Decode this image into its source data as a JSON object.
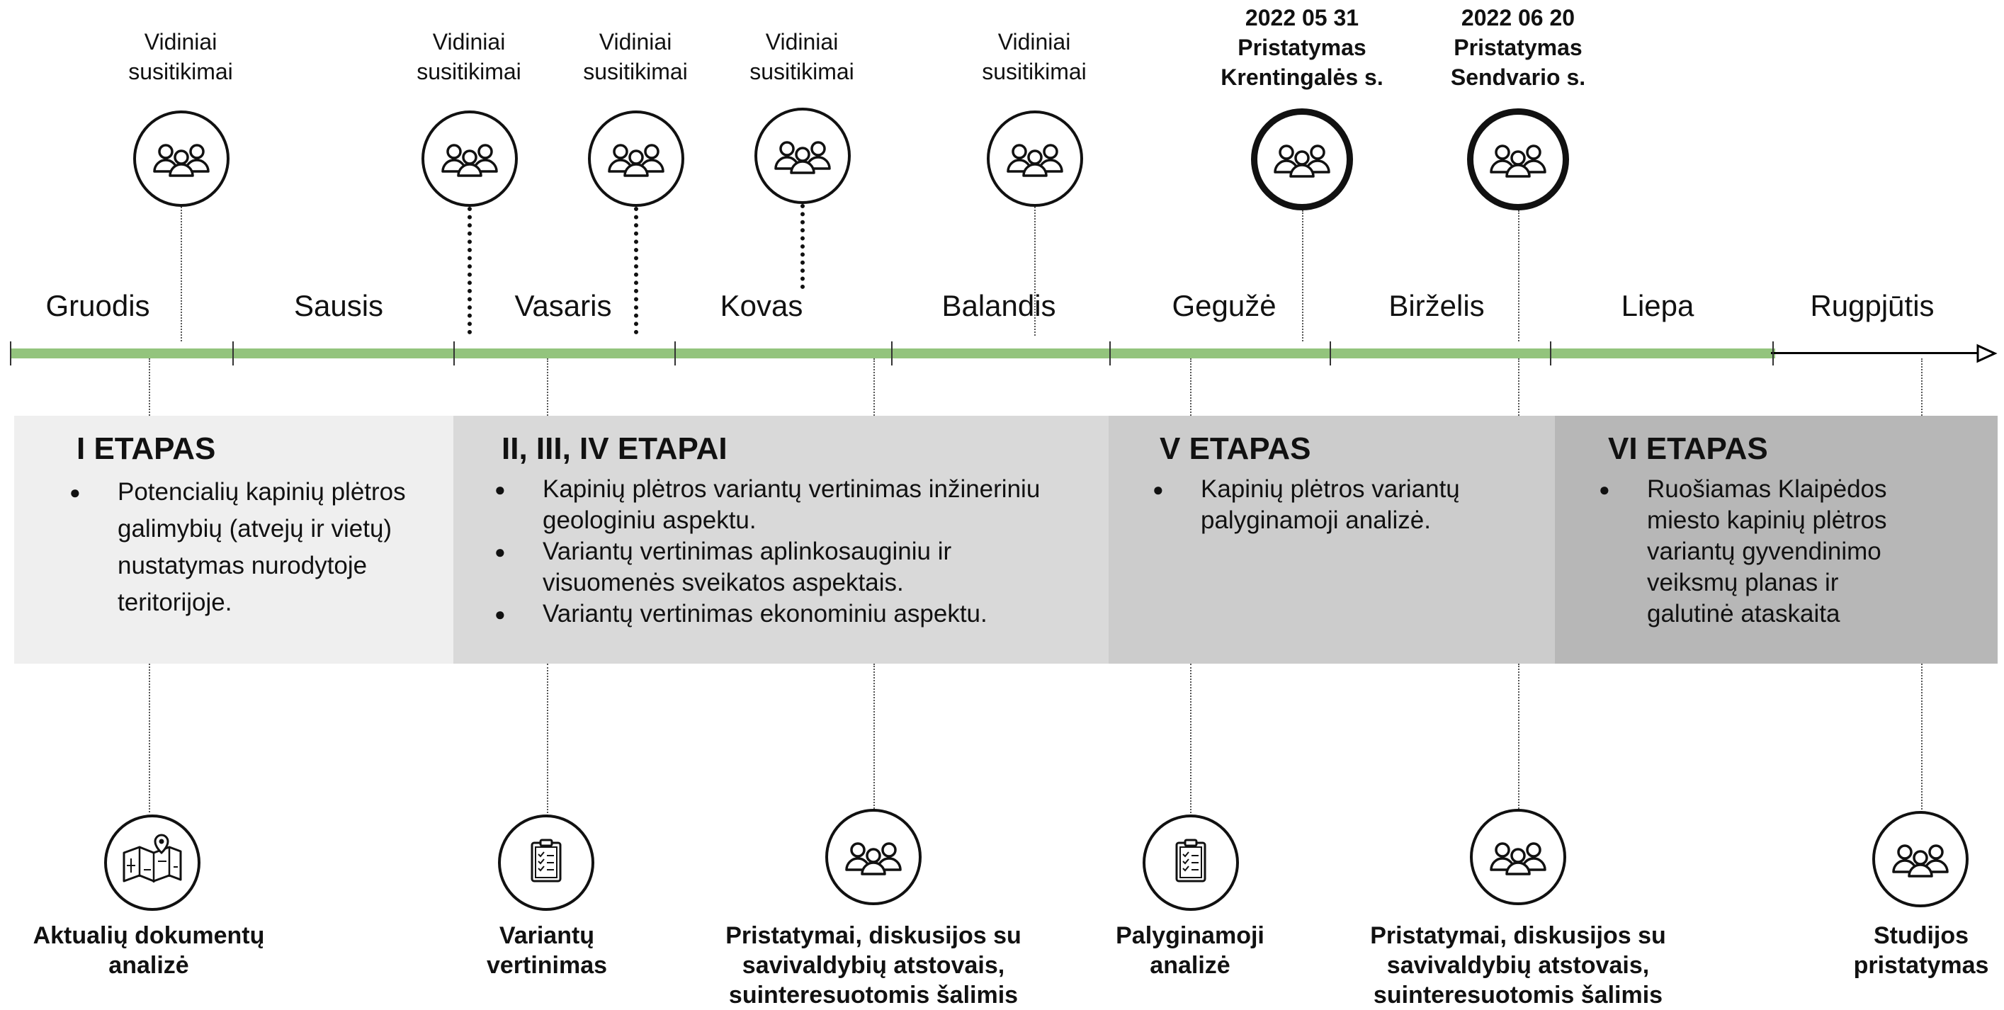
{
  "meetings": [
    {
      "line1": "Vidiniai",
      "line2": "susitikimai"
    },
    {
      "line1": "Vidiniai",
      "line2": "susitikimai"
    },
    {
      "line1": "Vidiniai",
      "line2": "susitikimai"
    },
    {
      "line1": "Vidiniai",
      "line2": "susitikimai"
    },
    {
      "line1": "Vidiniai",
      "line2": "susitikimai"
    },
    {
      "line1": "2022 05 31",
      "line2": "Pristatymas",
      "line3": "Krentingalės s."
    },
    {
      "line1": "2022 06 20",
      "line2": "Pristatymas",
      "line3": "Sendvario s."
    }
  ],
  "months": [
    "Gruodis",
    "Sausis",
    "Vasaris",
    "Kovas",
    "Balandis",
    "Gegužė",
    "Birželis",
    "Liepa",
    "Rugpjūtis"
  ],
  "timeline": {
    "bar_color": "#93c47d",
    "arrow_color": "#000000"
  },
  "stages": [
    {
      "title": "I ETAPAS",
      "color": "#efefef",
      "items": [
        "Potencialių kapinių plėtros galimybių (atvejų ir vietų) nustatymas nurodytoje teritorijoje."
      ]
    },
    {
      "title": "II, III, IV ETAPAI",
      "color": "#d9d9d9",
      "items": [
        "Kapinių plėtros variantų vertinimas inžineriniu geologiniu aspektu.",
        "Variantų vertinimas aplinkosauginiu ir visuomenės sveikatos aspektais.",
        "Variantų vertinimas ekonominiu aspektu."
      ]
    },
    {
      "title": "V ETAPAS",
      "color": "#cccccc",
      "items": [
        "Kapinių plėtros variantų palyginamoji analizė."
      ]
    },
    {
      "title": "VI ETAPAS",
      "color": "#b7b7b7",
      "items": [
        "Ruošiamas Klaipėdos miesto kapinių plėtros variantų gyvendinimo veiksmų planas ir galutinė ataskaita"
      ]
    }
  ],
  "outputs": [
    {
      "icon": "map-icon",
      "lines": [
        "Aktualių dokumentų",
        "analizė"
      ]
    },
    {
      "icon": "clipboard-icon",
      "lines": [
        "Variantų",
        "vertinimas"
      ]
    },
    {
      "icon": "people-group-icon",
      "lines": [
        "Pristatymai, diskusijos su",
        "savivaldybių atstovais,",
        "suinteresuotomis šalimis"
      ]
    },
    {
      "icon": "clipboard-icon",
      "lines": [
        "Palyginamoji",
        "analizė"
      ]
    },
    {
      "icon": "people-group-icon",
      "lines": [
        "Pristatymai, diskusijos su",
        "savivaldybių atstovais,",
        "suinteresuotomis šalimis"
      ]
    },
    {
      "icon": "people-group-icon",
      "lines": [
        "Studijos",
        "pristatymas"
      ]
    }
  ]
}
